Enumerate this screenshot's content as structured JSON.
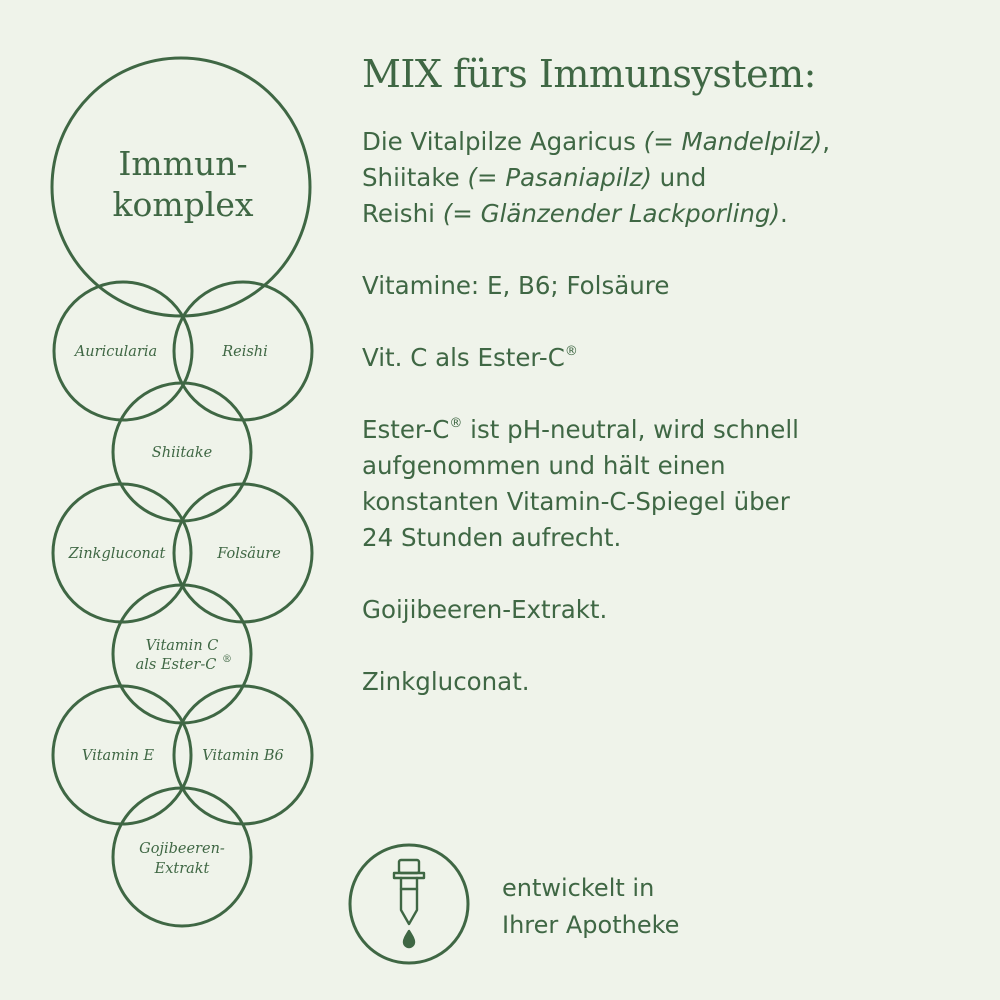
{
  "diagram": {
    "main_line1": "Immun-",
    "main_line2": "komplex",
    "c_auricularia": "Auricularia",
    "c_reishi": "Reishi",
    "c_shiitake": "Shiitake",
    "c_zink": "Zinkgluconat",
    "c_folsaeure": "Folsäure",
    "c_vitc_line1": "Vitamin C",
    "c_vitc_line2": "als Ester-C",
    "c_vitc_reg": "®",
    "c_vite": "Vitamin E",
    "c_vitb6": "Vitamin B6",
    "c_goji_line1": "Gojibeeren-",
    "c_goji_line2": "Extrakt"
  },
  "title": "MIX fürs Immunsystem:",
  "body": {
    "p1_a": "Die Vitalpilze Agaricus ",
    "p1_b": "(= Mandelpilz)",
    "p1_c": ",",
    "p1_d": "Shiitake ",
    "p1_e": "(= Pasaniapilz)",
    "p1_f": " und",
    "p1_g": "Reishi ",
    "p1_h": "(= Glänzender Lackporling)",
    "p1_i": ".",
    "p2": "Vitamine: E, B6; Folsäure",
    "p3_a": "Vit. C als Ester-C",
    "reg": "®",
    "p4_a": "Ester-C",
    "p4_b": " ist pH-neutral, wird schnell",
    "p4_c": "aufgenommen und hält einen",
    "p4_d": "konstanten Vitamin-C-Spiegel über",
    "p4_e": "24 Stunden aufrecht.",
    "p5": "Goijibeeren-Extrakt.",
    "p6": "Zinkgluconat."
  },
  "badge": {
    "icon": "dropper-icon",
    "line1": "entwickelt in",
    "line2": "Ihrer Apotheke"
  },
  "colors": {
    "background": "#eff3ea",
    "accent": "#3f6744"
  }
}
